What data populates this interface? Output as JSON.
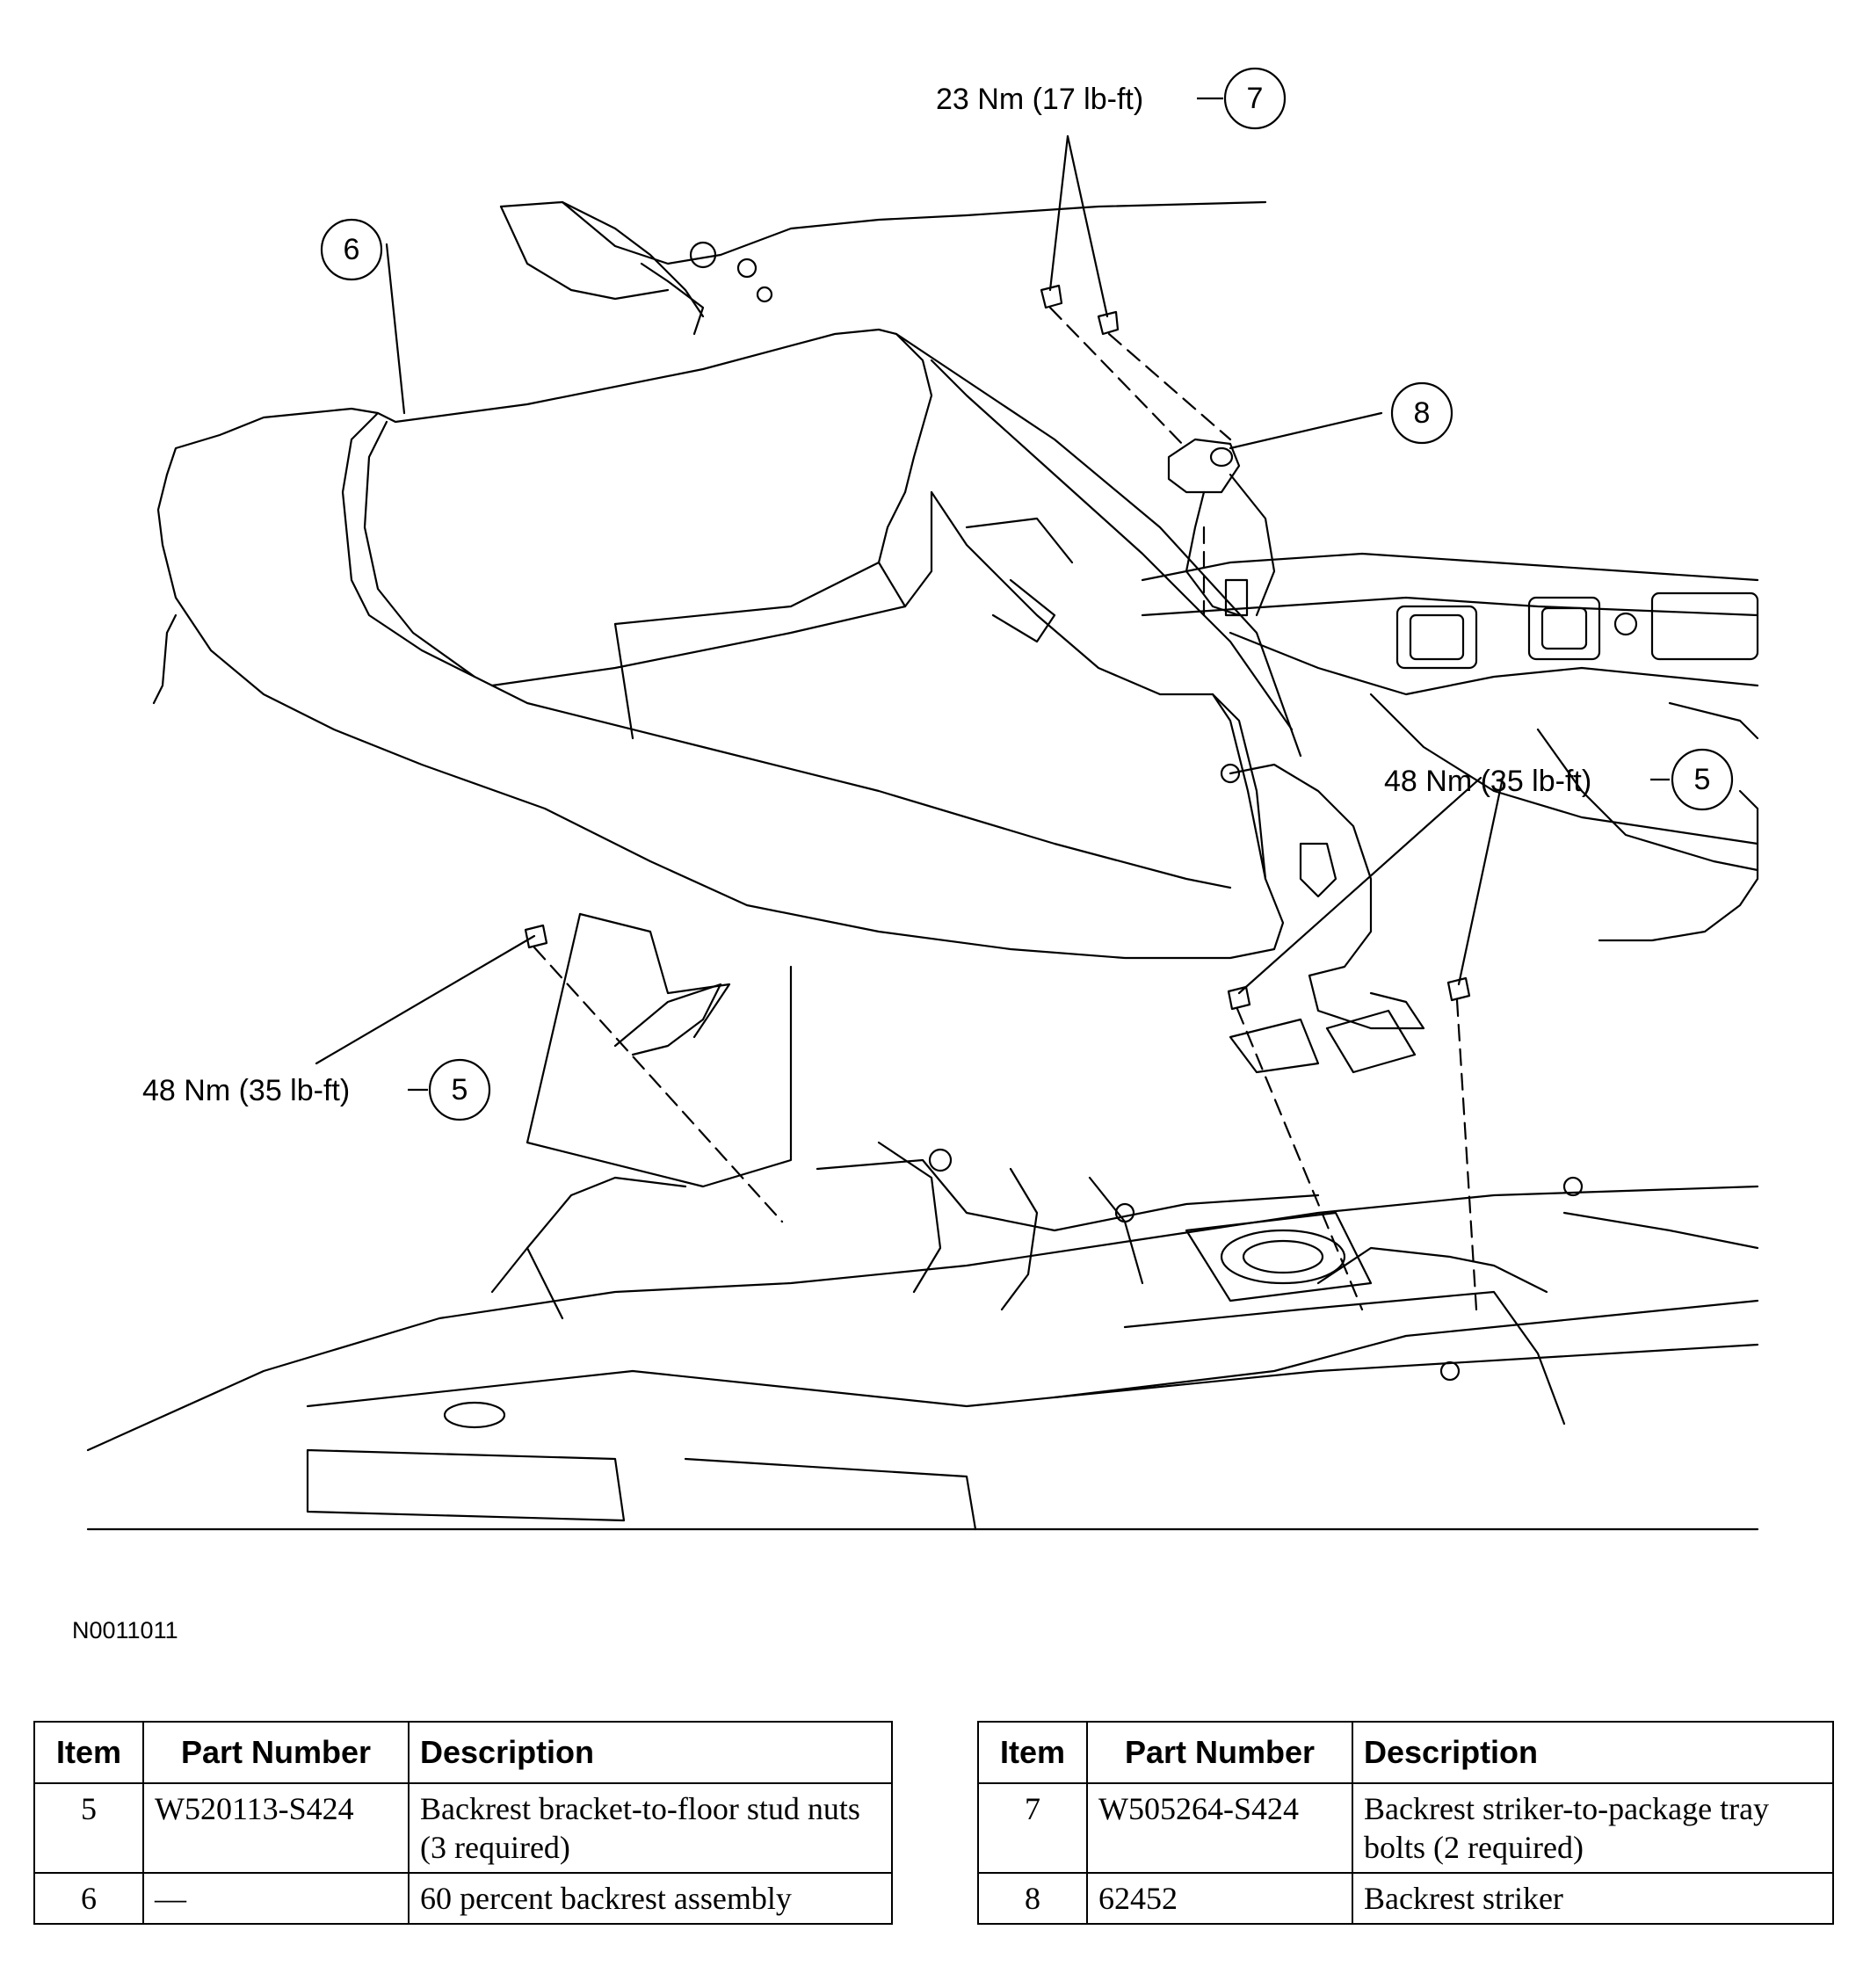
{
  "figure_id": "N0011011",
  "callouts": {
    "item7": {
      "torque": "23 Nm (17 lb-ft)",
      "number": "7"
    },
    "item6": {
      "number": "6"
    },
    "item8": {
      "number": "8"
    },
    "item5_right": {
      "torque": "48 Nm (35 lb-ft)",
      "number": "5"
    },
    "item5_left": {
      "torque": "48 Nm (35 lb-ft)",
      "number": "5"
    }
  },
  "tables": {
    "headers": {
      "item": "Item",
      "part_number": "Part Number",
      "description": "Description"
    },
    "left": [
      {
        "item": "5",
        "part_number": "W520113-S424",
        "description": "Backrest bracket-to-floor stud nuts (3 required)"
      },
      {
        "item": "6",
        "part_number": "—",
        "description": "60 percent backrest assembly"
      }
    ],
    "right": [
      {
        "item": "7",
        "part_number": "W505264-S424",
        "description": "Backrest striker-to-package tray bolts (2 required)"
      },
      {
        "item": "8",
        "part_number": "62452",
        "description": "Backrest striker"
      }
    ]
  }
}
